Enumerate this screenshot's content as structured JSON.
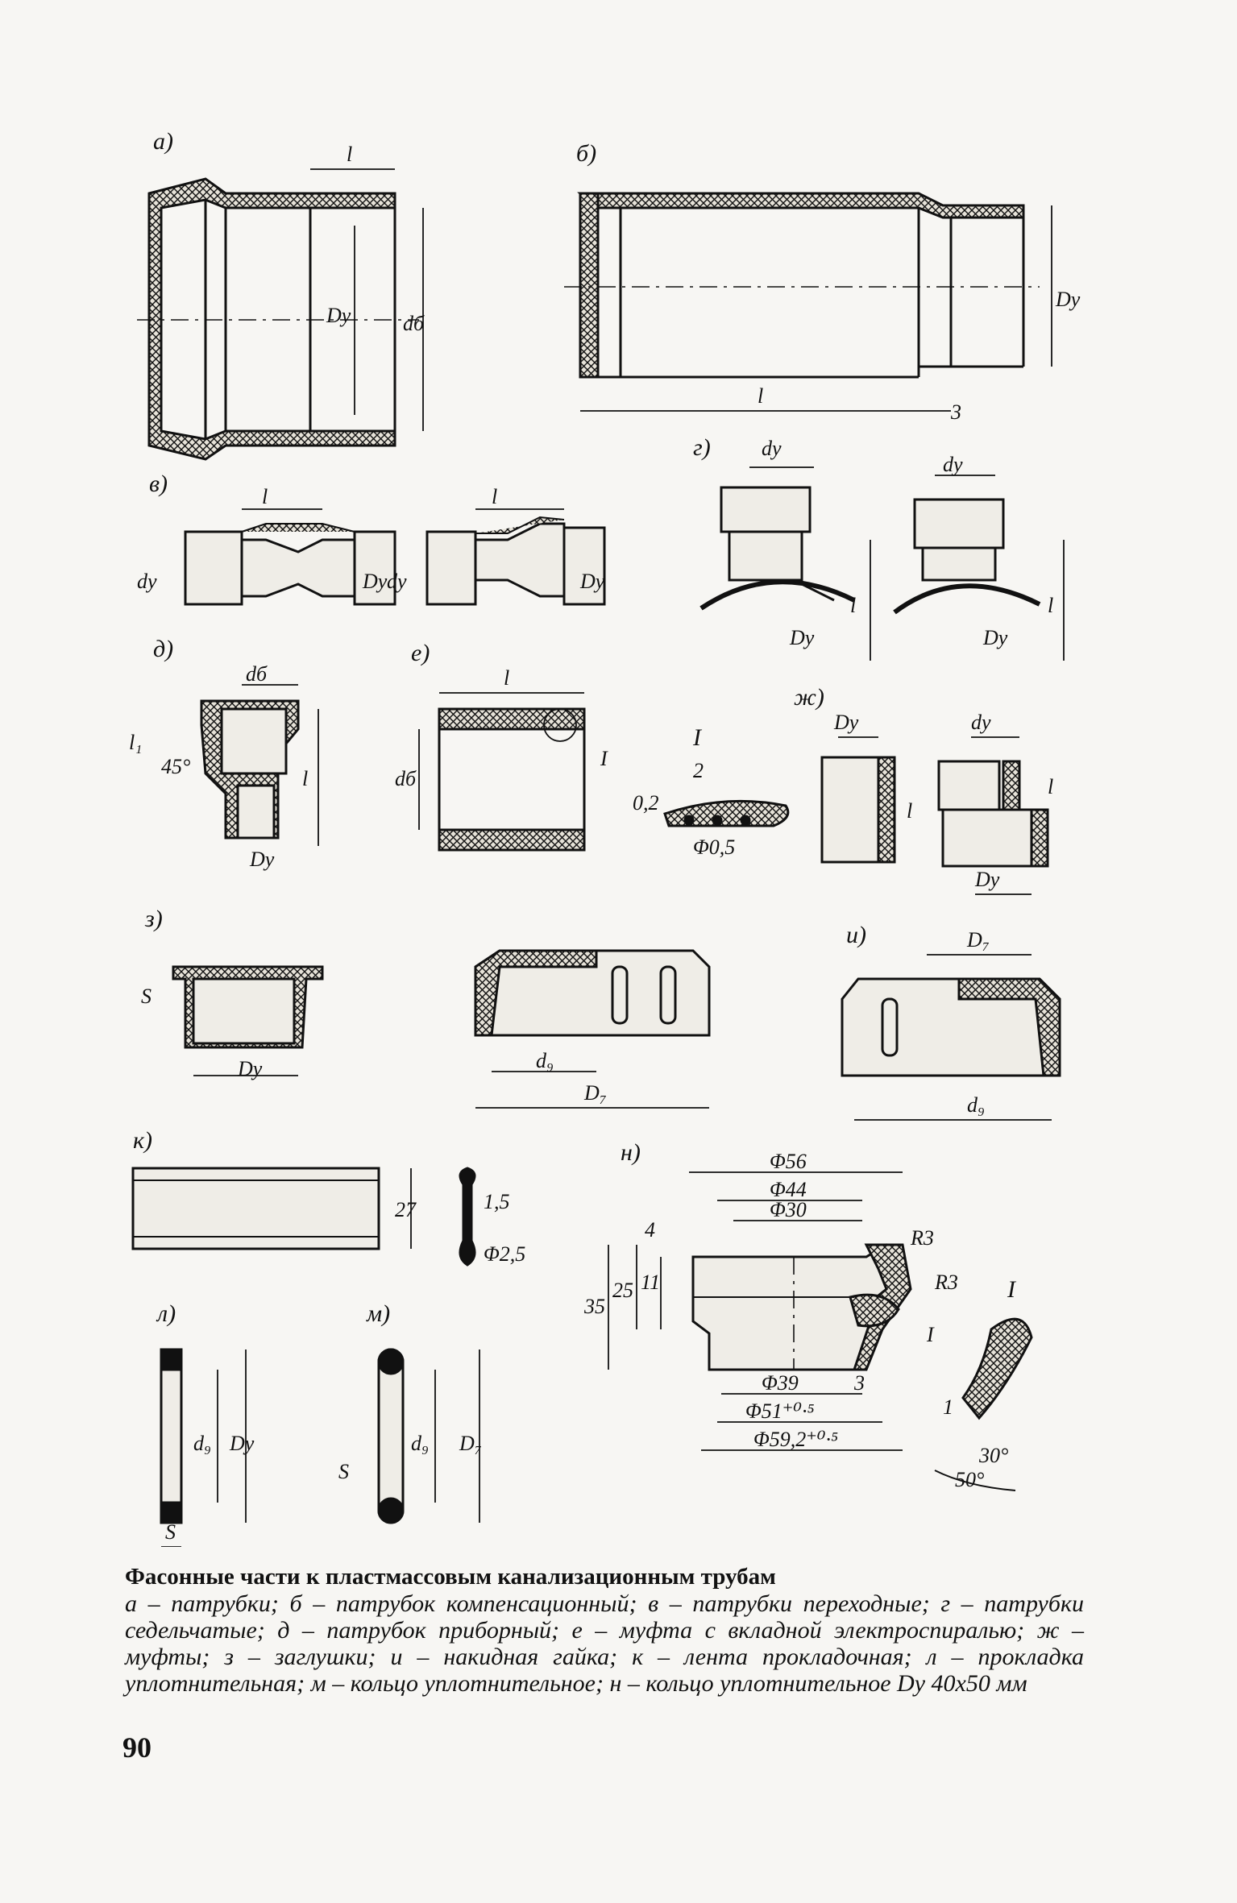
{
  "figure": {
    "panels": {
      "a": {
        "tag": "а)",
        "dims": [
          "l",
          "Dу",
          "dб"
        ]
      },
      "b": {
        "tag": "б)",
        "dims": [
          "Dу",
          "l",
          "3"
        ]
      },
      "v": {
        "tag": "в)",
        "dims": [
          "l",
          "l",
          "dу",
          "Dу",
          "dу",
          "Dу"
        ]
      },
      "g": {
        "tag": "г)",
        "dims": [
          "dу",
          "dу",
          "Dу",
          "l",
          "Dу",
          "l"
        ]
      },
      "d": {
        "tag": "д)",
        "dims": [
          "dб",
          "l₁",
          "45°",
          "l",
          "Dу"
        ]
      },
      "e": {
        "tag": "е)",
        "dims": [
          "l",
          "dб",
          "I"
        ]
      },
      "detail1": {
        "tag": "I",
        "dims": [
          "2",
          "0,2",
          "Φ0,5"
        ]
      },
      "zh": {
        "tag": "ж)",
        "dims": [
          "Dу",
          "l",
          "dу",
          "l",
          "Dу"
        ]
      },
      "z": {
        "tag": "з)",
        "dims": [
          "S",
          "Dу",
          "d₉",
          "D₇"
        ]
      },
      "i": {
        "tag": "и)",
        "dims": [
          "D₇",
          "d₉"
        ]
      },
      "k": {
        "tag": "к)",
        "dims": [
          "27",
          "1,5",
          "Φ2,5"
        ]
      },
      "l": {
        "tag": "л)",
        "dims": [
          "d₉",
          "Dу",
          "S"
        ]
      },
      "m": {
        "tag": "м)",
        "dims": [
          "d₉",
          "D₇",
          "S"
        ]
      },
      "n": {
        "tag": "н)",
        "dims": [
          "Φ56",
          "Φ44",
          "Φ30",
          "4",
          "R3",
          "R3",
          "35",
          "25",
          "11",
          "I",
          "Φ39",
          "Φ51⁺⁰·⁵",
          "Φ59,2⁺⁰·⁵",
          "3"
        ]
      },
      "detail2": {
        "tag": "I",
        "dims": [
          "1",
          "30°",
          "50°"
        ]
      }
    }
  },
  "caption": {
    "title": "Фасонные части к пластмассовым канализационным трубам",
    "text": "а – патрубки; б – патрубок компенсационный; в – патрубки переходные; г – патрубки седельчатые; д – патрубок приборный; е – муфта с вкладной электроспиралью; ж – муфты; з – заглушки; и – накидная гайка; к – лента прокладочная; л – прокладка уплотнительная; м – кольцо уплотнительное; н – кольцо уплотнительное Dу 40х50 мм"
  },
  "page_number": "90"
}
